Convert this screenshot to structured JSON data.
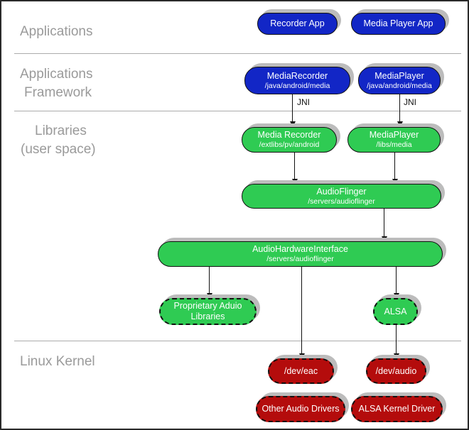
{
  "diagram": {
    "layer_labels": {
      "applications": "Applications",
      "framework_line1": "Applications",
      "framework_line2": "Framework",
      "libraries_line1": "Libraries",
      "libraries_line2": "(user space)",
      "kernel": "Linux Kernel"
    },
    "nodes": {
      "recorder_app": {
        "label": "Recorder App"
      },
      "media_player_app": {
        "label": "Media Player App"
      },
      "media_recorder_fw": {
        "label": "MediaRecorder",
        "path": "/java/android/media"
      },
      "media_player_fw": {
        "label": "MediaPlayer",
        "path": "/java/android/media"
      },
      "media_recorder_lib": {
        "label": "Media Recorder",
        "path": "/extlibs/pv/android"
      },
      "media_player_lib": {
        "label": "MediaPlayer",
        "path": "/libs/media"
      },
      "audio_flinger": {
        "label": "AudioFlinger",
        "path": "/servers/audioflinger"
      },
      "audio_hardware_interface": {
        "label": "AudioHardwareInterface",
        "path": "/servers/audioflinger"
      },
      "proprietary_audio_libraries": {
        "label_line1": "Proprietary Aduio",
        "label_line2": "Libraries"
      },
      "alsa": {
        "label": "ALSA"
      },
      "dev_eac": {
        "label": "/dev/eac"
      },
      "dev_audio": {
        "label": "/dev/audio"
      },
      "other_audio_drivers": {
        "label": "Other Audio Drivers"
      },
      "alsa_kernel_driver": {
        "label": "ALSA Kernel Driver"
      }
    },
    "edge_labels": {
      "jni_left": "JNI",
      "jni_right": "JNI"
    },
    "colors": {
      "app_blue": "#1226c6",
      "lib_green": "#2fcb53",
      "kernel_red": "#b40c0c",
      "shadow_gray": "#bcbcbc",
      "layer_text_gray": "#9a9a9a",
      "divider_gray": "#ababab",
      "connector_black": "#111111"
    }
  }
}
